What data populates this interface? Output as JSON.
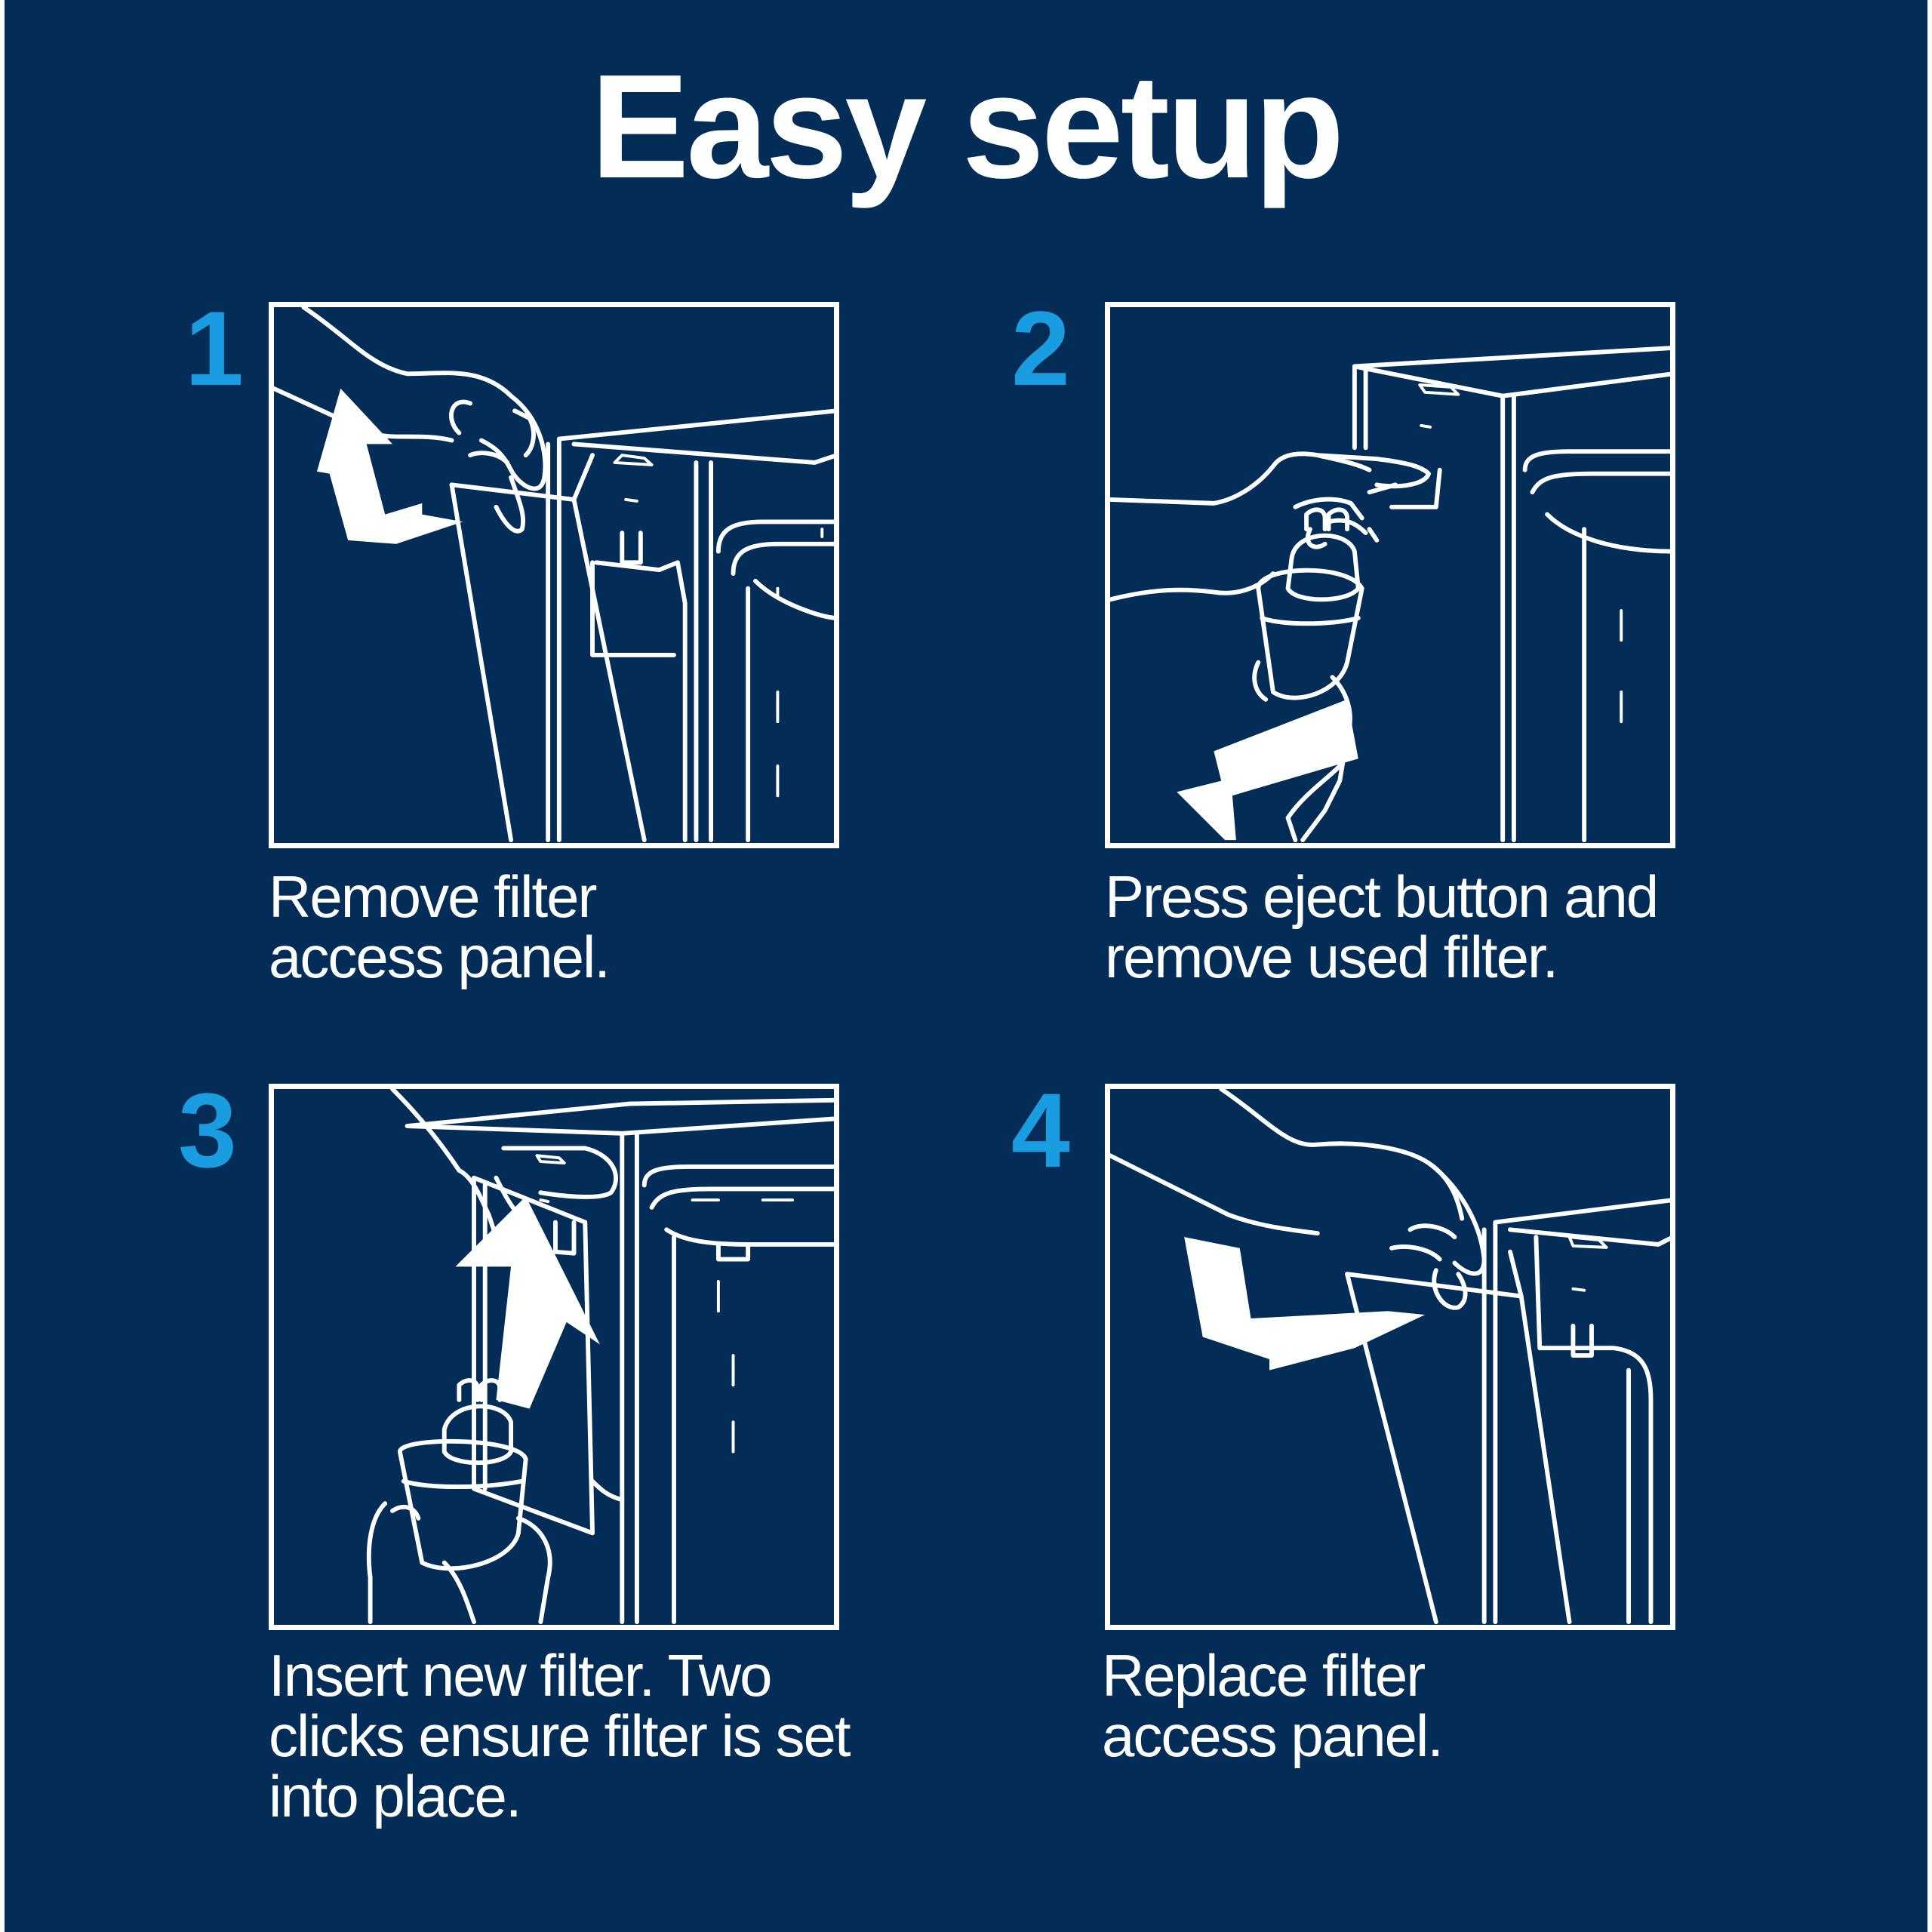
{
  "title": "Easy setup",
  "colors": {
    "background": "#032d57",
    "step_number": "#1a9de0",
    "line_art": "#ffffff"
  },
  "steps": [
    {
      "number": "1",
      "caption_lines": [
        "Remove filter",
        "access panel."
      ],
      "illustration": "hand-lifting-filter-access-panel"
    },
    {
      "number": "2",
      "caption_lines": [
        "Press eject button and",
        "remove used filter."
      ],
      "illustration": "hand-pressing-eject-button-and-removing-filter"
    },
    {
      "number": "3",
      "caption_lines": [
        "Insert new filter. Two",
        "clicks ensure filter is set",
        "into place."
      ],
      "illustration": "hand-inserting-new-filter"
    },
    {
      "number": "4",
      "caption_lines": [
        "Replace filter",
        "access panel."
      ],
      "illustration": "hand-replacing-filter-access-panel"
    }
  ]
}
